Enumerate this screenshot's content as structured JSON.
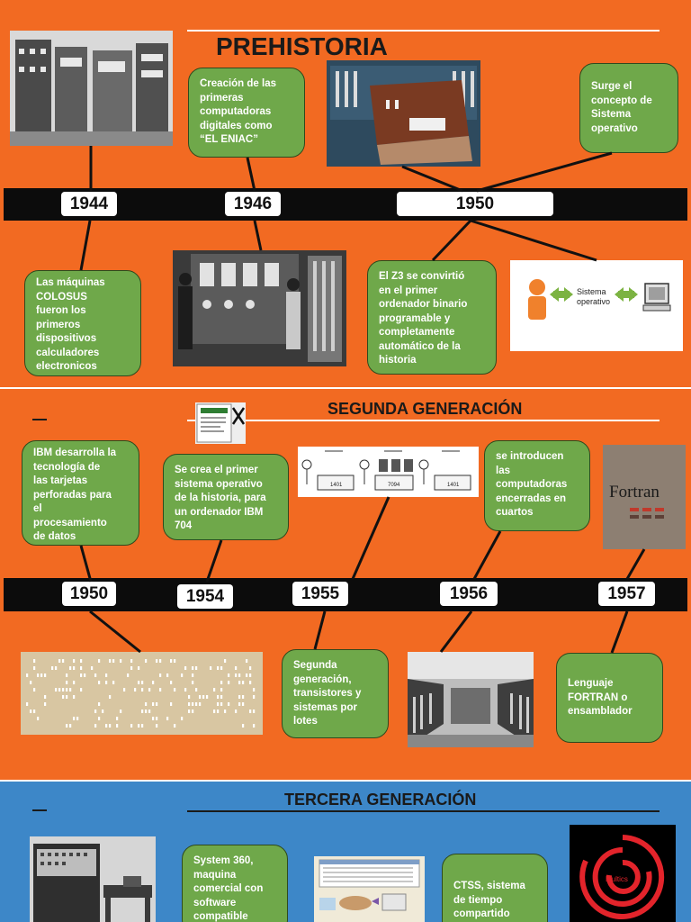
{
  "sections": {
    "prehistoria": {
      "title": "PREHISTORIA",
      "years": [
        "1944",
        "1946",
        "1950"
      ],
      "boxes": {
        "eniac": "Creación de las\nprimeras\ncomputadoras\ndigitales como\n“EL ENIAC”",
        "so_concept": "Surge el\nconcepto de\nSistema\noperativo",
        "colosus": "Las máquinas\nCOLOSUS\nfueron los\nprimeros\ndispositivos\ncalculadores\nelectronicos",
        "z3": "El Z3 se convirtió\nen el primer\nordenador binario\nprogramable y\ncompletamente\nautomático de la\nhistoria"
      },
      "diagram_label": "Sistema\noperativo"
    },
    "segunda": {
      "title": "SEGUNDA GENERACIÓN",
      "years": [
        "1950",
        "1954",
        "1955",
        "1956",
        "1957"
      ],
      "boxes": {
        "ibm_cards": "IBM desarrolla la\ntecnología de\nlas tarjetas\nperforadas para\nel\nprocesamiento\nde datos",
        "first_os": "Se crea el primer\nsistema operativo\nde la historia, para\nun ordenador  IBM\n704",
        "enclosed": "se introducen\nlas\ncomputadoras\nencerradas en\ncuartos",
        "transistors": "Segunda\ngeneración,\ntransistores y\nsistemas por\nlotes",
        "fortran": "Lenguaje\nFORTRAN o\nensamblador"
      },
      "fortran_cover": "Fortran",
      "diagram_labels": [
        "1401",
        "7094",
        "1401"
      ]
    },
    "tercera": {
      "title": "TERCERA GENERACIÓN",
      "boxes": {
        "system360": "System 360,\nmaquina\ncomercial con\nsoftware\ncompatible",
        "ctss": "CTSS, sistema\nde tiempo\ncompartido"
      },
      "multics_label": "Multics"
    }
  },
  "colors": {
    "orange": "#f26a22",
    "blue": "#3d87c8",
    "green_box": "#6fa84a",
    "timeline": "#0c0c0c"
  }
}
